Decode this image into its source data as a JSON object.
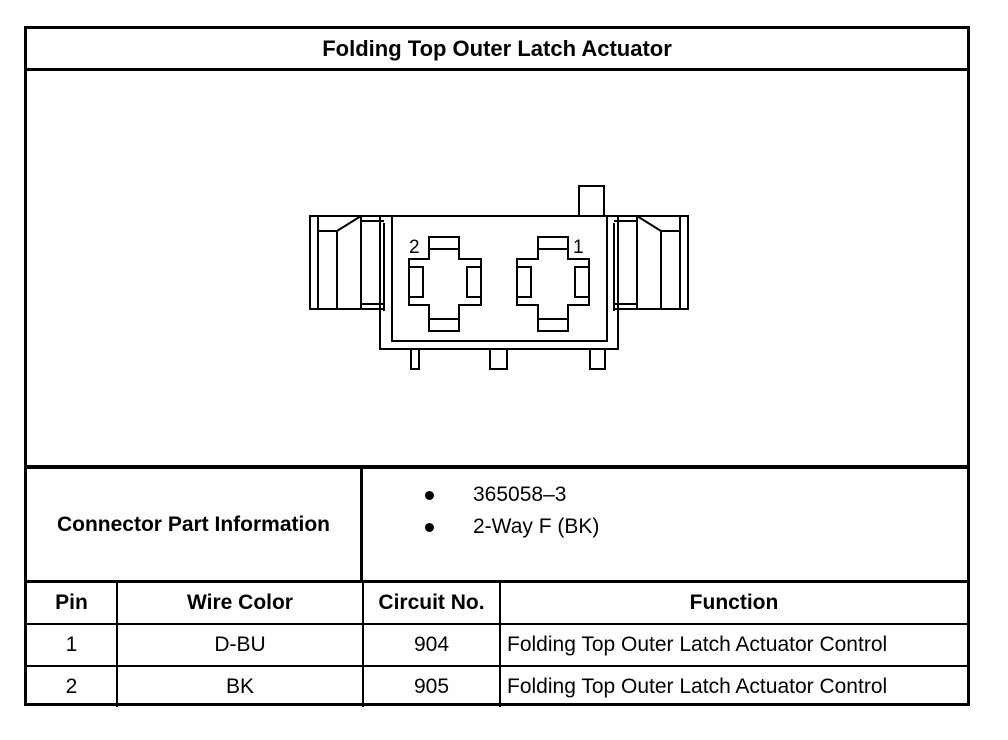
{
  "title": "Folding Top Outer Latch Actuator",
  "diagram": {
    "pin_labels": [
      "2",
      "1"
    ]
  },
  "connector_info": {
    "label": "Connector Part Information",
    "items": [
      "365058–3",
      "2-Way F (BK)"
    ]
  },
  "pin_table": {
    "headers": [
      "Pin",
      "Wire Color",
      "Circuit No.",
      "Function"
    ],
    "rows": [
      {
        "pin": "1",
        "wire_color": "D-BU",
        "circuit": "904",
        "function": "Folding Top Outer Latch Actuator Control"
      },
      {
        "pin": "2",
        "wire_color": "BK",
        "circuit": "905",
        "function": "Folding Top Outer Latch Actuator Control"
      }
    ]
  }
}
